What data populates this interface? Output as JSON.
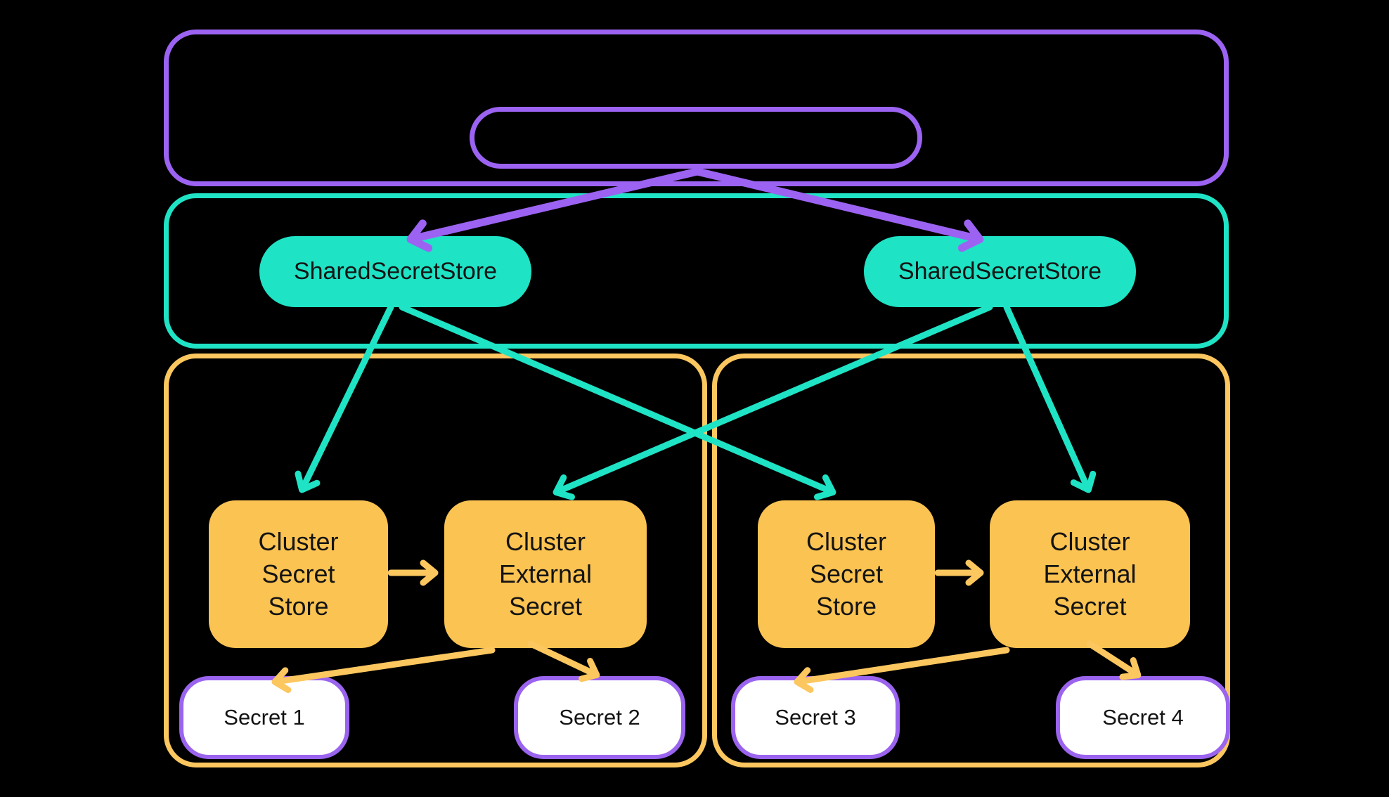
{
  "diagram": {
    "background_color": "#000000",
    "colors": {
      "purple": "#9c63f2",
      "teal": "#1fe3c5",
      "yellow": "#fcc75f",
      "box_fill": "#fbc352",
      "secret_border": "#9b64ef",
      "secret_fill": "#ffffff",
      "text": "#141414"
    },
    "containers": {
      "top_purple": {
        "label": ""
      },
      "middle_teal": {
        "label": ""
      },
      "bottom_yellow_left": {
        "label": ""
      },
      "bottom_yellow_right": {
        "label": ""
      }
    },
    "nodes": {
      "top_pill": {
        "label": ""
      },
      "shared_store_left": {
        "label": "SharedSecretStore"
      },
      "shared_store_right": {
        "label": "SharedSecretStore"
      },
      "cluster_secret_store_left": {
        "lines": [
          "Cluster",
          "Secret",
          "Store"
        ]
      },
      "cluster_external_secret_left": {
        "lines": [
          "Cluster",
          "External",
          "Secret"
        ]
      },
      "cluster_secret_store_right": {
        "lines": [
          "Cluster",
          "Secret",
          "Store"
        ]
      },
      "cluster_external_secret_right": {
        "lines": [
          "Cluster",
          "External",
          "Secret"
        ]
      },
      "secret1": {
        "label": "Secret 1"
      },
      "secret2": {
        "label": "Secret 2"
      },
      "secret3": {
        "label": "Secret 3"
      },
      "secret4": {
        "label": "Secret 4"
      }
    },
    "edges": [
      {
        "from": "top_pill",
        "to": "shared_store_left",
        "color": "purple"
      },
      {
        "from": "top_pill",
        "to": "shared_store_right",
        "color": "purple"
      },
      {
        "from": "shared_store_left",
        "to": "cluster_secret_store_left",
        "color": "teal"
      },
      {
        "from": "shared_store_left",
        "to": "cluster_secret_store_right",
        "color": "teal"
      },
      {
        "from": "shared_store_right",
        "to": "cluster_external_secret_left",
        "color": "teal"
      },
      {
        "from": "shared_store_right",
        "to": "cluster_external_secret_right",
        "color": "teal"
      },
      {
        "from": "cluster_secret_store_left",
        "to": "cluster_external_secret_left",
        "color": "yellow"
      },
      {
        "from": "cluster_secret_store_right",
        "to": "cluster_external_secret_right",
        "color": "yellow"
      },
      {
        "from": "cluster_external_secret_left",
        "to": "secret1",
        "color": "yellow"
      },
      {
        "from": "cluster_external_secret_left",
        "to": "secret2",
        "color": "yellow"
      },
      {
        "from": "cluster_external_secret_right",
        "to": "secret3",
        "color": "yellow"
      },
      {
        "from": "cluster_external_secret_right",
        "to": "secret4",
        "color": "yellow"
      }
    ]
  }
}
